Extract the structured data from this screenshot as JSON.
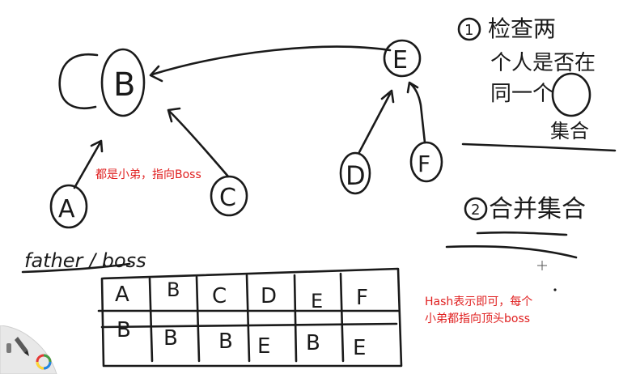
{
  "nodes": {
    "B": "B",
    "E": "E",
    "A": "A",
    "C": "C",
    "D": "D",
    "F": "F"
  },
  "notes": {
    "step1": [
      "检查两",
      "个人是否在",
      "同一个",
      "集合"
    ],
    "step1_num": "1",
    "step2": "合并集合",
    "step2_num": "2"
  },
  "table": {
    "title": "father / boss",
    "header": [
      "A",
      "B",
      "C",
      "D",
      "E",
      "F"
    ],
    "row": [
      "B",
      "B",
      "B",
      "E",
      "B",
      "E"
    ]
  },
  "annotations": {
    "tree_note": "都是小弟，指向Boss",
    "hash_note_line1": "Hash表示即可，每个",
    "hash_note_line2": "小弟都指向顶头boss",
    "color": "#e02020"
  },
  "toolbar": {
    "pen_icon": "pen-icon",
    "color_wheel_icon": "color-wheel-icon"
  }
}
